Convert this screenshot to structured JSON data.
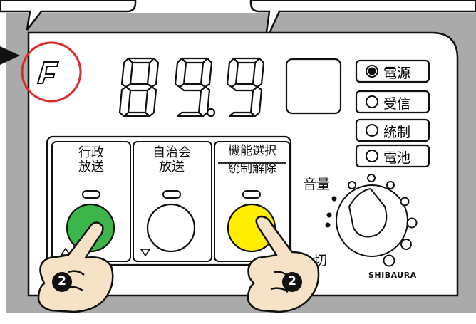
{
  "display": {
    "mode_char": "F",
    "digits": [
      "8",
      "9",
      "9"
    ],
    "decimal_after_index": 1
  },
  "buttons": [
    {
      "line1": "行政",
      "line2": "放送",
      "color": "#3cb54a"
    },
    {
      "line1": "自治会",
      "line2": "放送",
      "color": "#ffffff"
    },
    {
      "line1": "機能選択",
      "line2": "統制解除",
      "color": "#ffee00"
    }
  ],
  "indicators": [
    {
      "label": "電源",
      "lit": true
    },
    {
      "label": "受信",
      "lit": false
    },
    {
      "label": "統制",
      "lit": false
    },
    {
      "label": "電池",
      "lit": false
    }
  ],
  "volume": {
    "label": "音量",
    "off_label": "切"
  },
  "brand": "SHIBAURA",
  "step_marker": "2",
  "colors": {
    "panel_bg": "#aaaaaa",
    "device_face": "#ffffff",
    "highlight_circle": "#e0282a",
    "hand_fill": "#f6e2c7"
  }
}
